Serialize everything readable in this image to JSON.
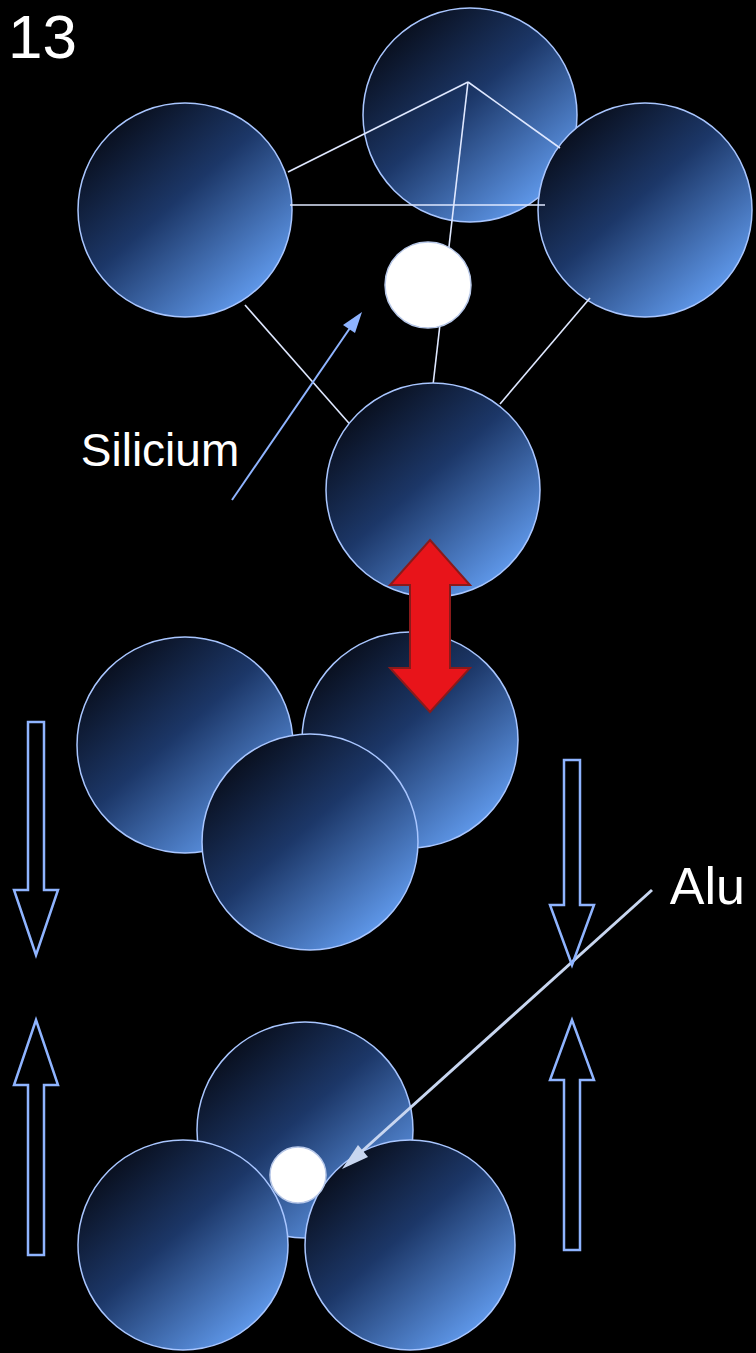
{
  "diagram": {
    "labels": [
      "13",
      "Silicium",
      "Alu"
    ]
  }
}
